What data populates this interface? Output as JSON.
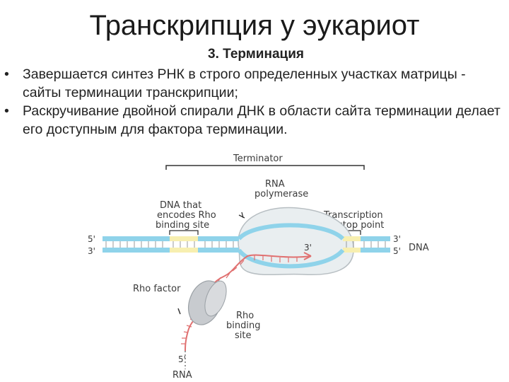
{
  "slide": {
    "title": "Транскрипция у эукариот",
    "subtitle": "3. Терминация",
    "bullets": [
      "Завершается синтез РНК в строго определенных участках матрицы - сайты терминации транскрипции;",
      "Раскручивание двойной спирали ДНК в области сайта терминации делает его доступным для фактора терминации."
    ]
  },
  "diagram": {
    "labels": {
      "terminator": "Terminator",
      "rna_polymerase_1": "RNA",
      "rna_polymerase_2": "polymerase",
      "dna_rho_1": "DNA that",
      "dna_rho_2": "encodes Rho",
      "dna_rho_3": "binding site",
      "stop_1": "Transcription",
      "stop_2": "stop point",
      "five_top_left": "5'",
      "three_bottom_left": "3'",
      "three_top_right": "3'",
      "five_bottom_right": "5'",
      "dna": "DNA",
      "three_rna_end": "3'",
      "rho_factor": "Rho factor",
      "rho_site_1": "Rho",
      "rho_site_2": "binding",
      "rho_site_3": "site",
      "five_rna": "5'",
      "rna": "RNA"
    },
    "colors": {
      "strand_blue": "#8fd3ea",
      "strand_yellow": "#f7efb0",
      "rna": "#e07070",
      "polymerase": "#e9eef0",
      "rho": "#c8cbcf"
    }
  }
}
